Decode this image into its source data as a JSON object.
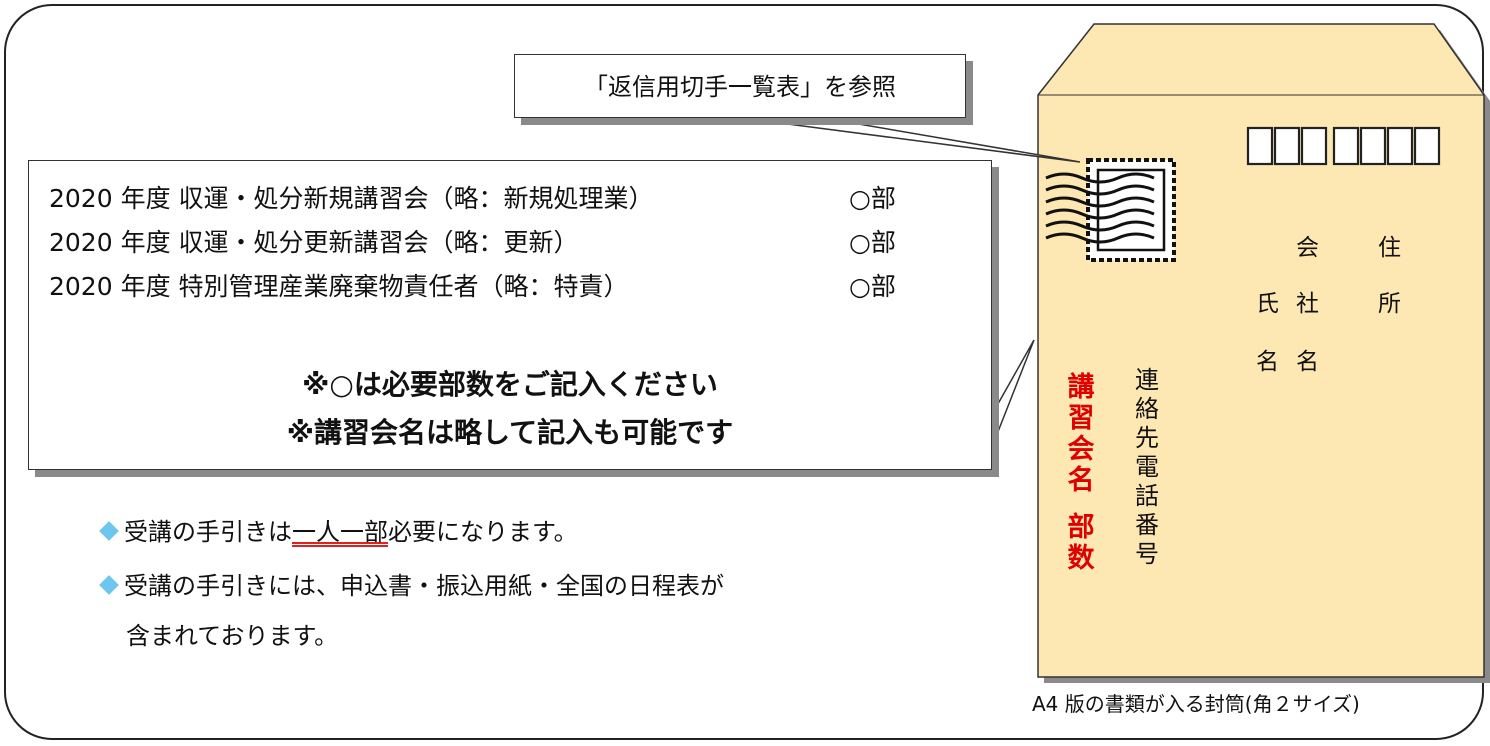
{
  "stamp_callout": "「返信用切手一覧表」を参照",
  "course_list": [
    {
      "year": "2020 年度",
      "name": "収運・処分新規講習会（略：新規処理業）",
      "qty": "○部"
    },
    {
      "year": "2020 年度",
      "name": "収運・処分更新講習会（略：更新）",
      "qty": "○部"
    },
    {
      "year": "2020 年度",
      "name": "特別管理産業廃棄物責任者（略：特責）",
      "qty": "○部"
    }
  ],
  "notes": [
    "※○は必要部数をご記入ください",
    "※講習会名は略して記入も可能です"
  ],
  "bullets": {
    "b1_pre": "受講の手引きは",
    "b1_underlined": "一人一部",
    "b1_post": "必要になります。",
    "b2_line1": "受講の手引きには、申込書・振込用紙・全国の日程表が",
    "b2_line2": "含まれております。"
  },
  "envelope": {
    "postal_boxes": 7,
    "addr_col1": [
      "住",
      "所"
    ],
    "addr_col2": [
      "会",
      "社",
      "名"
    ],
    "addr_col3": [
      "氏",
      "名"
    ],
    "course_vertical": "講習会名",
    "count_vertical": "部数",
    "contact_vertical": "連絡先電話番号",
    "caption": "A4 版の書類が入る封筒(角２サイズ)",
    "color": "#fde7b3"
  }
}
